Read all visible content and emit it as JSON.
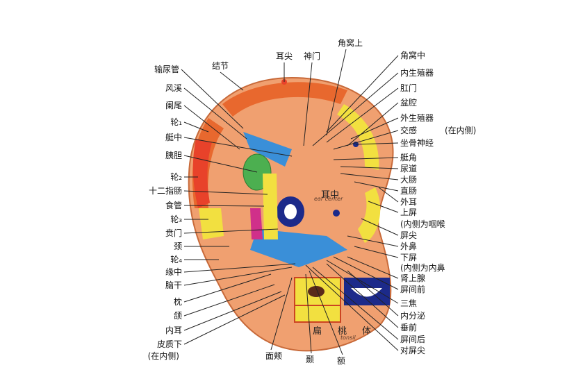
{
  "top_labels": [
    "结节",
    "耳尖",
    "神门",
    "角窝上"
  ],
  "left_labels": [
    "输尿管",
    "风溪",
    "阑尾",
    "轮₁",
    "艇中",
    "胰胆",
    "轮₂",
    "十二指肠",
    "食管",
    "轮₃",
    "贲门",
    "颈",
    "轮₄",
    "缘中",
    "脑干",
    "枕",
    "颌",
    "内耳",
    "皮质下",
    "(在内侧)"
  ],
  "right_labels": [
    "角窝中",
    "内生殖器",
    "肛门",
    "盆腔",
    "外生殖器",
    "交感",
    "(在内侧)",
    "坐骨神经",
    "艇角",
    "尿道",
    "大肠",
    "直肠",
    "外耳",
    "上屏",
    "(内侧为咽喉",
    "屏尖",
    "外鼻",
    "下屏",
    "(内侧为内鼻",
    "肾上腺",
    "屏间前",
    "三焦",
    "内分泌",
    "垂前",
    "屏间后",
    "对屏尖"
  ],
  "bottom_labels": [
    "面颊",
    "颞",
    "额"
  ],
  "inside_labels": {
    "ear_center_cn": "耳中",
    "ear_center_en": "ear center",
    "lobe_1": "扁",
    "lobe_2": "桃",
    "lobe_3": "体",
    "tonsil_en": "tonsil"
  },
  "colors": {
    "skin": "#f0a070",
    "helix": "#e8682e",
    "rim_red": "#e8422a",
    "yellow": "#f2e040",
    "blue": "#3a8fd8",
    "navy": "#1c2a8a",
    "green": "#4caf50",
    "magenta": "#d0308a",
    "leader_line": "#222222"
  }
}
